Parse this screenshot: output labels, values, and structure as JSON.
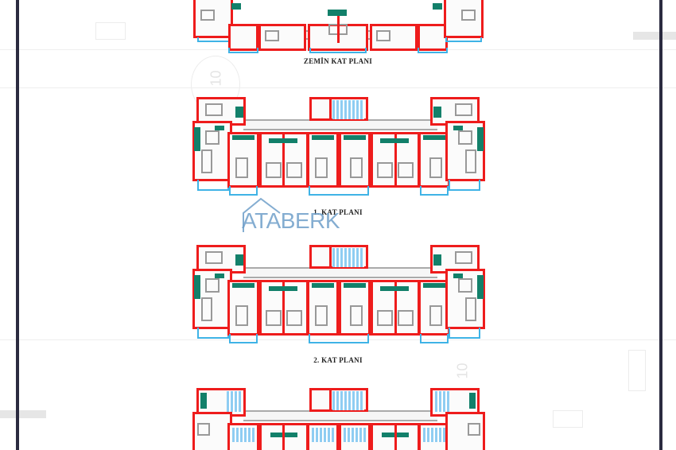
{
  "document": {
    "type": "architectural-floor-plans",
    "plans": [
      {
        "id": "ground",
        "label": "ZEMİN KAT PLANI"
      },
      {
        "id": "first",
        "label": "1. KAT PLANI"
      },
      {
        "id": "second",
        "label": "2. KAT PLANI"
      },
      {
        "id": "third",
        "label": ""
      }
    ],
    "background_annotations": [
      "10",
      "10"
    ]
  },
  "watermark": {
    "text": "ATABERK",
    "color": "#6f9fc9"
  },
  "colors": {
    "walls": "#ee1c1c",
    "balconies": "#3fb3e6",
    "wet_areas": "#12806a",
    "stairs": "#8fcdf2",
    "frame": "#2b2b40"
  }
}
